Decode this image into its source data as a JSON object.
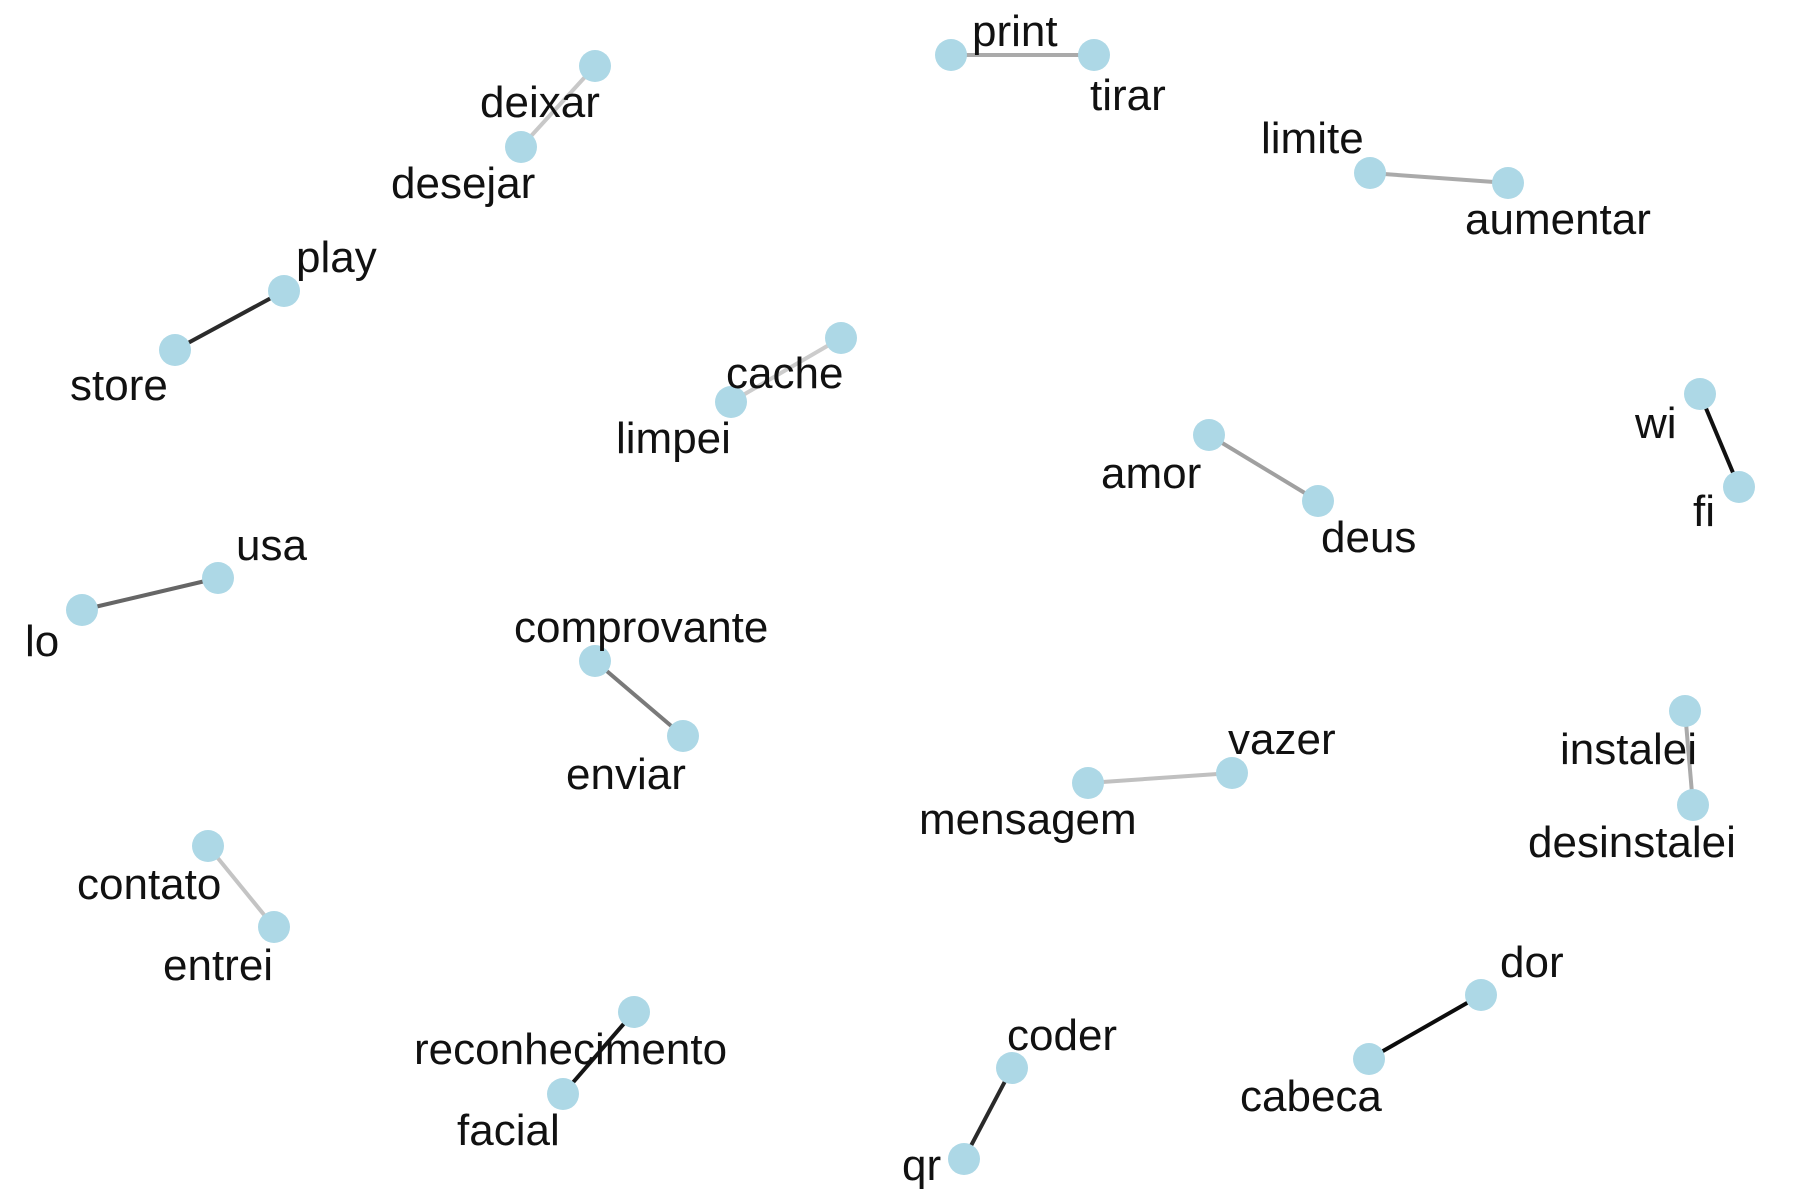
{
  "node_color": "#add8e6",
  "label_color": "#111111",
  "nodes": [
    {
      "id": "deixar",
      "label": "deixar"
    },
    {
      "id": "desejar",
      "label": "desejar"
    },
    {
      "id": "print",
      "label": "print"
    },
    {
      "id": "tirar",
      "label": "tirar"
    },
    {
      "id": "limite",
      "label": "limite"
    },
    {
      "id": "aumentar",
      "label": "aumentar"
    },
    {
      "id": "play",
      "label": "play"
    },
    {
      "id": "store",
      "label": "store"
    },
    {
      "id": "cache",
      "label": "cache"
    },
    {
      "id": "limpei",
      "label": "limpei"
    },
    {
      "id": "amor",
      "label": "amor"
    },
    {
      "id": "deus",
      "label": "deus"
    },
    {
      "id": "wi",
      "label": "wi"
    },
    {
      "id": "fi",
      "label": "fi"
    },
    {
      "id": "usa",
      "label": "usa"
    },
    {
      "id": "lo",
      "label": "lo"
    },
    {
      "id": "comprovante",
      "label": "comprovante"
    },
    {
      "id": "enviar",
      "label": "enviar"
    },
    {
      "id": "vazer",
      "label": "vazer"
    },
    {
      "id": "mensagem",
      "label": "mensagem"
    },
    {
      "id": "instalei",
      "label": "instalei"
    },
    {
      "id": "desinstalei",
      "label": "desinstalei"
    },
    {
      "id": "contato",
      "label": "contato"
    },
    {
      "id": "entrei",
      "label": "entrei"
    },
    {
      "id": "reconhecimento",
      "label": "reconhecimento"
    },
    {
      "id": "facial",
      "label": "facial"
    },
    {
      "id": "coder",
      "label": "coder"
    },
    {
      "id": "qr",
      "label": "qr"
    },
    {
      "id": "dor",
      "label": "dor"
    },
    {
      "id": "cabeca",
      "label": "cabeca"
    }
  ],
  "edges": [
    {
      "source": "deixar",
      "target": "desejar",
      "color": "#c8c8c8"
    },
    {
      "source": "print",
      "target": "tirar",
      "color": "#aaaaaa"
    },
    {
      "source": "limite",
      "target": "aumentar",
      "color": "#aaaaaa"
    },
    {
      "source": "play",
      "target": "store",
      "color": "#2b2b2b"
    },
    {
      "source": "cache",
      "target": "limpei",
      "color": "#cccccc"
    },
    {
      "source": "amor",
      "target": "deus",
      "color": "#a0a0a0"
    },
    {
      "source": "wi",
      "target": "fi",
      "color": "#111111"
    },
    {
      "source": "usa",
      "target": "lo",
      "color": "#666666"
    },
    {
      "source": "comprovante",
      "target": "enviar",
      "color": "#7a7a7a"
    },
    {
      "source": "vazer",
      "target": "mensagem",
      "color": "#c0c0c0"
    },
    {
      "source": "instalei",
      "target": "desinstalei",
      "color": "#aaaaaa"
    },
    {
      "source": "contato",
      "target": "entrei",
      "color": "#c4c4c4"
    },
    {
      "source": "reconhecimento",
      "target": "facial",
      "color": "#151515"
    },
    {
      "source": "coder",
      "target": "qr",
      "color": "#2a2a2a"
    },
    {
      "source": "dor",
      "target": "cabeca",
      "color": "#0c0c0c"
    }
  ]
}
